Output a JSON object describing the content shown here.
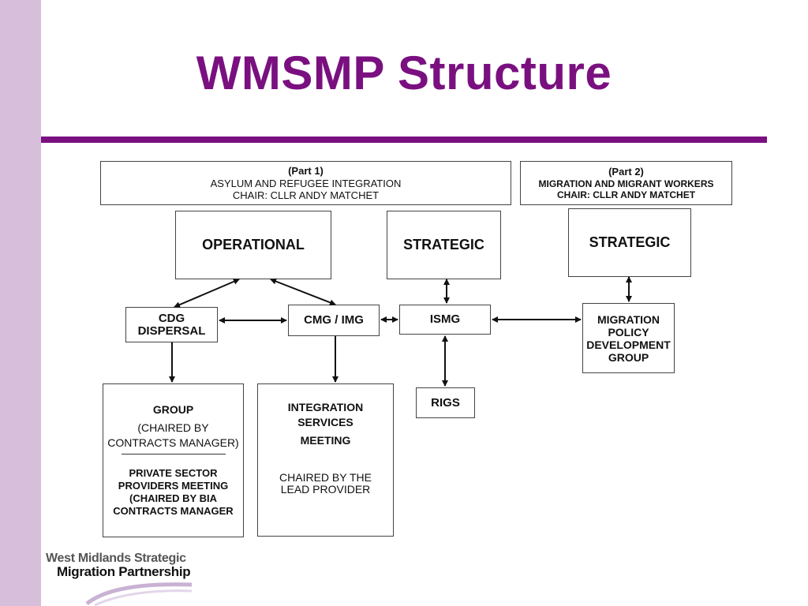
{
  "title": "WMSMP Structure",
  "part1": {
    "heading": "(Part 1)",
    "line1": "ASYLUM AND REFUGEE INTEGRATION",
    "line2": "CHAIR: CLLR ANDY MATCHET"
  },
  "part2": {
    "heading": "(Part 2)",
    "line1": "MIGRATION AND MIGRANT WORKERS",
    "line2": "CHAIR: CLLR ANDY MATCHET"
  },
  "nodes": {
    "operational": "OPERATIONAL",
    "strategic1": "STRATEGIC",
    "strategic2": "STRATEGIC",
    "cdg_line1": "CDG",
    "cdg_line2": "DISPERSAL",
    "cmg": "CMG / IMG",
    "ismg": "ISMG",
    "migration_policy": [
      "MIGRATION",
      "POLICY",
      "DEVELOPMENT",
      "GROUP"
    ],
    "rigs": "RIGS"
  },
  "group_box": {
    "title": "GROUP",
    "chaired1": "(CHAIRED BY",
    "chaired2": "CONTRACTS MANAGER)",
    "private": [
      "PRIVATE SECTOR",
      "PROVIDERS MEETING",
      "(CHAIRED BY BIA",
      "CONTRACTS MANAGER"
    ]
  },
  "integration_box": {
    "title": [
      "INTEGRATION",
      "SERVICES",
      "MEETING"
    ],
    "chaired": [
      "CHAIRED BY THE",
      "LEAD PROVIDER"
    ]
  },
  "footer": {
    "line1": "West Midlands Strategic",
    "line2": "Migration Partnership"
  },
  "colors": {
    "accent": "#7a1080",
    "sidebar": "#d7bfdc"
  }
}
